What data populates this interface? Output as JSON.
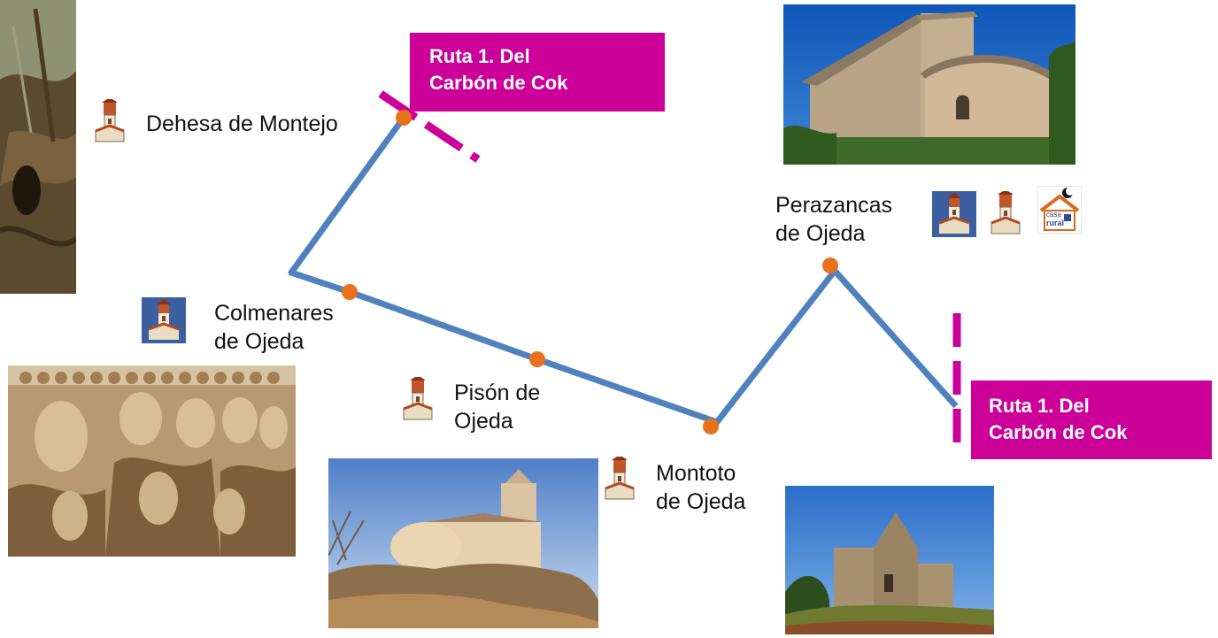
{
  "colors": {
    "route_line": "#4f81bd",
    "stop_dot": "#e8711c",
    "banner_bg": "#cc0099",
    "dash": "#cc0099",
    "icon_tile_bg": "#3b5fa0"
  },
  "banners": [
    {
      "text": "Ruta 1. Del\nCarbón de Cok"
    },
    {
      "text": "Ruta 1. Del\nCarbón de Cok"
    }
  ],
  "stops": [
    {
      "name": "Dehesa de Montejo",
      "icons": [
        "church-icon"
      ]
    },
    {
      "name": "Colmenares\nde Ojeda",
      "icons": [
        "church-tile-icon"
      ]
    },
    {
      "name": "Pisón de\nOjeda",
      "icons": [
        "church-icon"
      ]
    },
    {
      "name": "Montoto\nde Ojeda",
      "icons": [
        "church-icon"
      ]
    },
    {
      "name": "Perazancas\nde Ojeda",
      "icons": [
        "church-tile-icon",
        "church-icon",
        "rural-house-icon"
      ]
    }
  ],
  "rural_house_sign": {
    "line1": "casa",
    "line2": "rural"
  },
  "photos": [
    "tree-trunk-photo",
    "carved-capital-photo",
    "hilltop-church-photo",
    "romanesque-church-photo",
    "ruined-church-photo"
  ]
}
